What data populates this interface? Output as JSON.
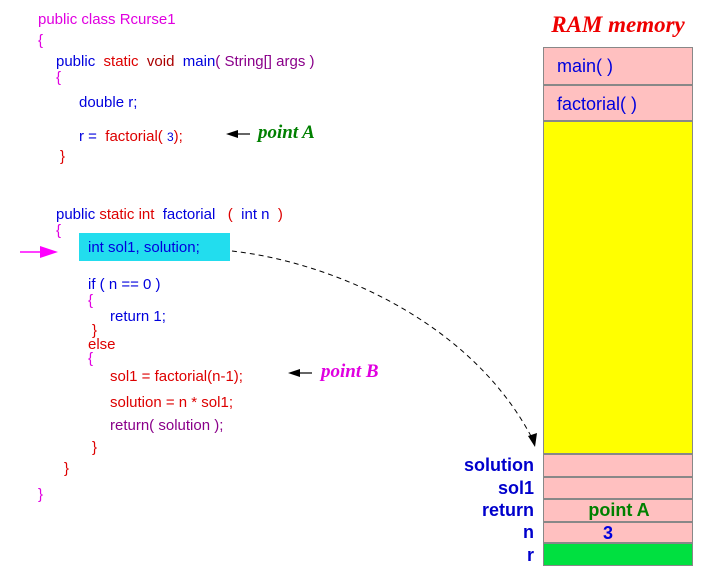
{
  "code": {
    "class_decl": "public class Rcurse1",
    "open_brace_class": "{",
    "main_sig": {
      "public": "public",
      "static": "static",
      "void": "void",
      "name": "main",
      "params": "( String[] args )"
    },
    "open_brace_main": "{",
    "double_r": "double r;",
    "assign": {
      "lhs": "r =",
      "call": "factorial(",
      "arg": "3",
      "end": ");"
    },
    "close_brace_main": "}",
    "fact_sig": {
      "public": "public",
      "static": "static",
      "int": "int",
      "name": "factorial",
      "params_open": "(",
      "params": "int n",
      "params_close": ")"
    },
    "open_brace_fact": "{",
    "decl": "int sol1, solution;",
    "if_line": "if ( n == 0 )",
    "if_open": "{",
    "return1": "return 1;",
    "if_close": "}",
    "else": "else",
    "else_open": "{",
    "sol1_line": "sol1 = factorial(n-1);",
    "solution_line": "solution = n * sol1;",
    "return_line": "return( solution );",
    "else_close": "}",
    "close_brace_fact": "}",
    "close_brace_class": "}"
  },
  "annotations": {
    "point_a": "point A",
    "point_b": "point B"
  },
  "ram": {
    "title": "RAM memory",
    "frames": [
      "main( )",
      "factorial( )"
    ],
    "variables": [
      {
        "label": "solution",
        "value": ""
      },
      {
        "label": "sol1",
        "value": ""
      },
      {
        "label": "return",
        "value": "point A"
      },
      {
        "label": "n",
        "value": "3"
      },
      {
        "label": "r",
        "value": ""
      }
    ]
  },
  "colors": {
    "frame_cell": "#ffc0c0",
    "free_memory": "#ffff00",
    "main_variable": "#00e040",
    "highlight": "#22ddee"
  }
}
